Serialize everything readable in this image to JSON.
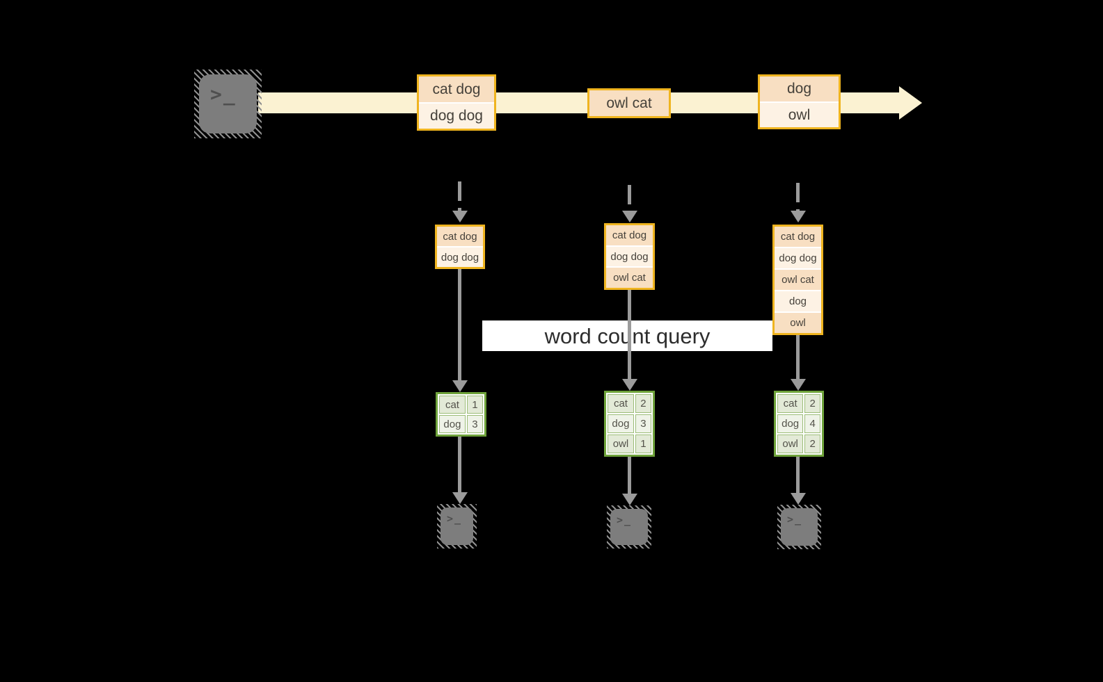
{
  "banner": {
    "label": "word count query"
  },
  "icons": {
    "terminal_glyph": ">_"
  },
  "stream": {
    "groups": [
      {
        "rows": [
          "cat dog",
          "dog dog"
        ]
      },
      {
        "rows": [
          "owl cat"
        ]
      },
      {
        "rows": [
          "dog",
          "owl"
        ]
      }
    ]
  },
  "columns": [
    {
      "buffer": [
        "cat dog",
        "dog dog"
      ],
      "counts": [
        {
          "word": "cat",
          "count": "1"
        },
        {
          "word": "dog",
          "count": "3"
        }
      ]
    },
    {
      "buffer": [
        "cat dog",
        "dog dog",
        "owl cat"
      ],
      "counts": [
        {
          "word": "cat",
          "count": "2"
        },
        {
          "word": "dog",
          "count": "3"
        },
        {
          "word": "owl",
          "count": "1"
        }
      ]
    },
    {
      "buffer": [
        "cat dog",
        "dog dog",
        "owl cat",
        "dog",
        "owl"
      ],
      "counts": [
        {
          "word": "cat",
          "count": "2"
        },
        {
          "word": "dog",
          "count": "4"
        },
        {
          "word": "owl",
          "count": "2"
        }
      ]
    }
  ],
  "colors": {
    "background": "#000000",
    "stream_arrow": "#FBF2D2",
    "orange_border": "#EFB41F",
    "orange_fill_dark": "#F8DFC2",
    "orange_fill_light": "#FDF2E4",
    "green_border": "#6FA33B",
    "green_fill_dark": "#E3EAD7",
    "green_fill_light": "#EFF3E8",
    "arrow_gray": "#9B9B9B",
    "terminal_gray": "#7D7D7D",
    "banner_bg": "#FFFFFF"
  }
}
